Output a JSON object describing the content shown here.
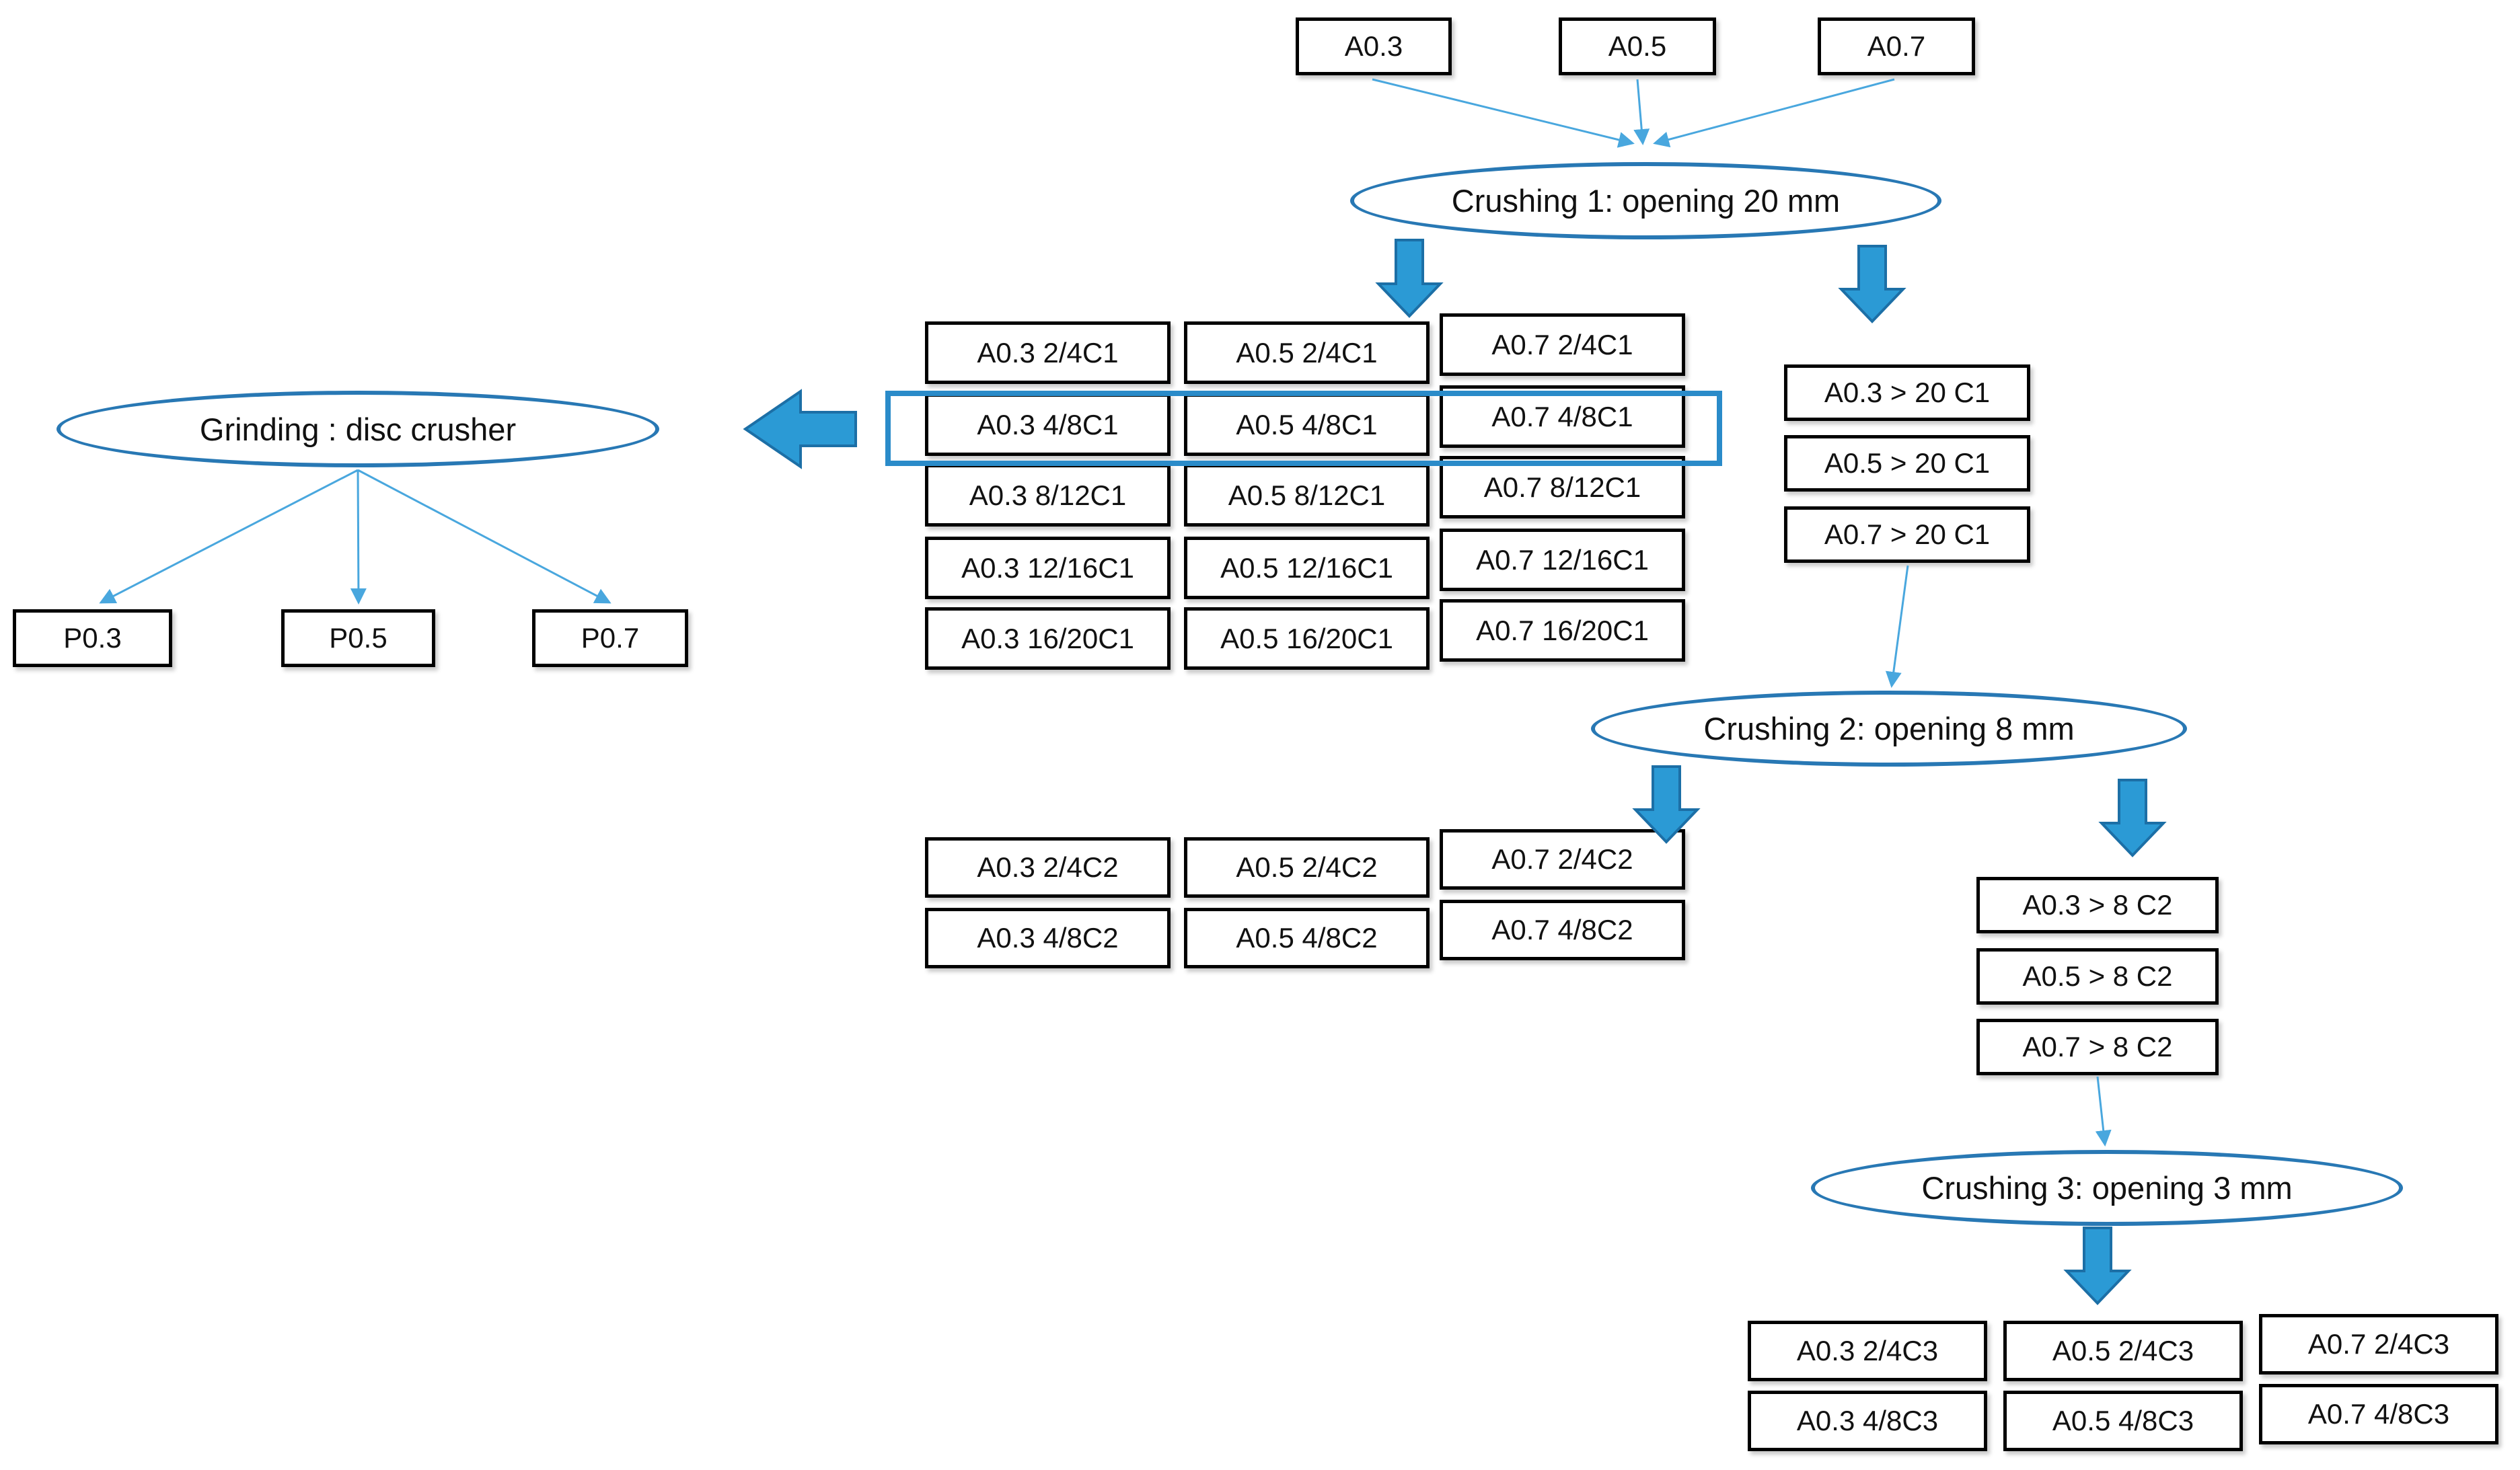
{
  "diagram": {
    "feed_boxes": [
      "A0.3",
      "A0.5",
      "A0.7"
    ],
    "crushing1_label": "Crushing 1: opening 20 mm",
    "c1_grid": [
      [
        "A0.3 2/4C1",
        "A0.5 2/4C1",
        "A0.7 2/4C1"
      ],
      [
        "A0.3 4/8C1",
        "A0.5 4/8C1",
        "A0.7 4/8C1"
      ],
      [
        "A0.3 8/12C1",
        "A0.5 8/12C1",
        "A0.7 8/12C1"
      ],
      [
        "A0.3 12/16C1",
        "A0.5 12/16C1",
        "A0.7 12/16C1"
      ],
      [
        "A0.3 16/20C1",
        "A0.5 16/20C1",
        "A0.7 16/20C1"
      ]
    ],
    "c1_oversize": [
      "A0.3 > 20 C1",
      "A0.5 > 20 C1",
      "A0.7 > 20 C1"
    ],
    "grinding_label": "Grinding : disc crusher",
    "product_boxes": [
      "P0.3",
      "P0.5",
      "P0.7"
    ],
    "crushing2_label": "Crushing 2: opening 8 mm",
    "c2_grid": [
      [
        "A0.3 2/4C2",
        "A0.5 2/4C2",
        "A0.7 2/4C2"
      ],
      [
        "A0.3 4/8C2",
        "A0.5 4/8C2",
        "A0.7 4/8C2"
      ]
    ],
    "c2_oversize": [
      "A0.3 > 8 C2",
      "A0.5 > 8 C2",
      "A0.7 > 8 C2"
    ],
    "crushing3_label": "Crushing 3: opening 3 mm",
    "c3_grid": [
      [
        "A0.3 2/4C3",
        "A0.5 2/4C3",
        "A0.7 2/4C3"
      ],
      [
        "A0.3 4/8C3",
        "A0.5 4/8C3",
        "A0.7 4/8C3"
      ]
    ]
  },
  "colors": {
    "box_border": "#000000",
    "ellipse_stroke": "#2878B4",
    "thin_arrow": "#49A7DE",
    "thick_arrow_fill": "#2B9AD5",
    "thick_arrow_stroke": "#1C6FA6",
    "highlight_rect": "#2A8BC9",
    "background": "#FFFFFF"
  }
}
